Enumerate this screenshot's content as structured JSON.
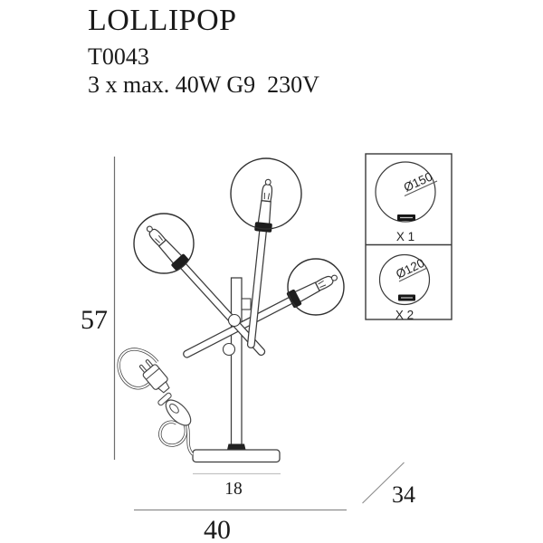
{
  "header": {
    "product_name": "LOLLIPOP",
    "model": "T0043",
    "specs": "3 x max. 40W G9  230V"
  },
  "dimensions": {
    "height": "57",
    "base_width": "18",
    "total_width": "40",
    "depth": "34"
  },
  "detail_box": {
    "items": [
      {
        "diameter": "Ø150",
        "quantity": "X 1"
      },
      {
        "diameter": "Ø120",
        "quantity": "X 2"
      }
    ]
  },
  "colors": {
    "line": "#3c3c3c",
    "dimension_line": "#8c8c8c",
    "text": "#1a1a1a",
    "background": "#ffffff"
  }
}
